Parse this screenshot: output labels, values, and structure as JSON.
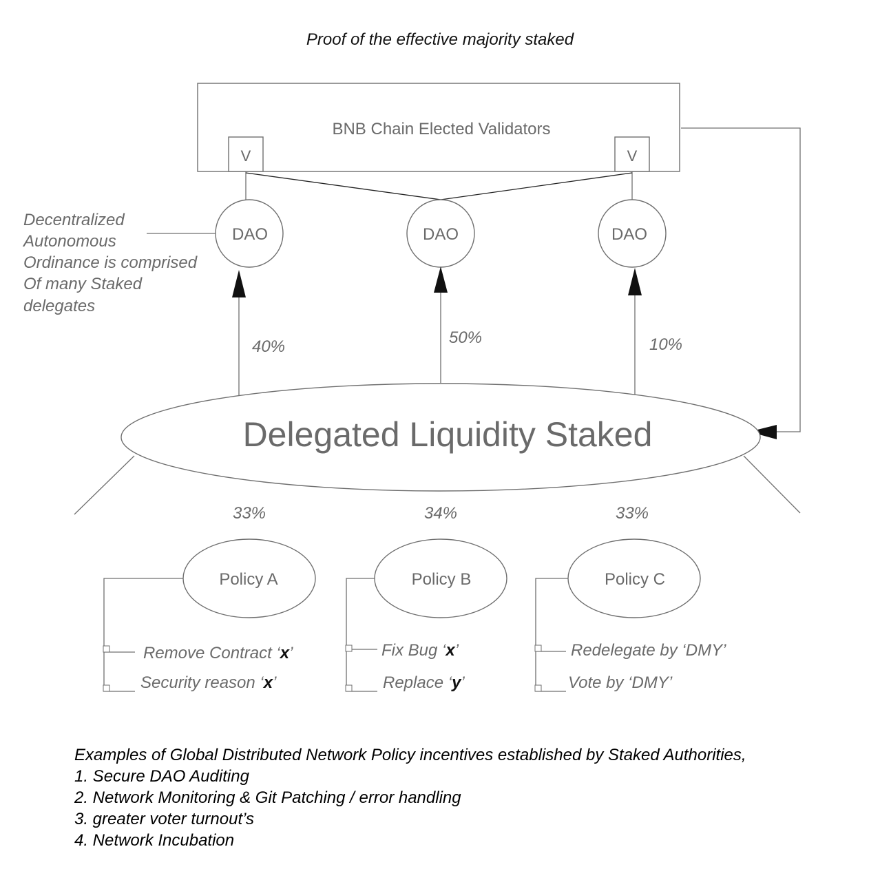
{
  "title": "Proof of the effective majority staked",
  "validators": {
    "box_label": "BNB Chain Elected Validators",
    "left_node": "V",
    "right_node": "V"
  },
  "daos": [
    {
      "label": "DAO",
      "share": "40%"
    },
    {
      "label": "DAO",
      "share": "50%"
    },
    {
      "label": "DAO",
      "share": "10%"
    }
  ],
  "dao_note": [
    "Decentralized",
    "Autonomous",
    "Ordinance is comprised",
    "Of many Staked",
    "delegates"
  ],
  "pool_label": "Delegated Liquidity Staked",
  "policies": [
    {
      "label": "Policy A",
      "share": "33%",
      "items": [
        {
          "text": "Remove Contract ‘",
          "var": "x",
          "close": "’"
        },
        {
          "text": "Security reason ‘",
          "var": "x",
          "close": "’"
        }
      ]
    },
    {
      "label": "Policy B",
      "share": "34%",
      "items": [
        {
          "text": "Fix Bug ‘",
          "var": "x",
          "close": "’"
        },
        {
          "text": "Replace ‘",
          "var": "y",
          "close": "’"
        }
      ]
    },
    {
      "label": "Policy C",
      "share": "33%",
      "items": [
        {
          "text": "Redelegate by ‘DMY’",
          "var": "",
          "close": ""
        },
        {
          "text": "Vote by ‘DMY’",
          "var": "",
          "close": ""
        }
      ]
    }
  ],
  "examples": {
    "heading": "Examples of Global Distributed Network Policy incentives established by Staked Authorities,",
    "items": [
      "1. Secure DAO Auditing",
      "2. Network Monitoring & Git Patching / error handling",
      "3. greater voter turnout’s",
      "4. Network Incubation"
    ]
  }
}
